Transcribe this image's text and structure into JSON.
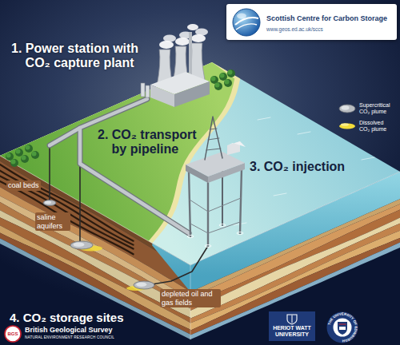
{
  "diagram": {
    "nodes": [
      {
        "text": [
          "Scottish Centre for Carbon Storage",
          "www.geos.ed.ac.uk/sccs"
        ]
      },
      {
        "text": [
          "HERIOT WATT UNIVERSITY"
        ]
      }
    ],
    "labels": [
      "1. Power station with CO₂ capture plant",
      "2. CO₂ transport by pipeline",
      "3. CO₂ injection",
      "coal beds",
      "saline aquifers",
      "depleted oil and gas fields",
      "4. CO₂ storage sites",
      "BGS",
      "British Geological Survey",
      "NATURAL ENVIRONMENT RESEARCH COUNCIL",
      "THE UNIVERSITY OF EDINBURGH"
    ],
    "legend": [
      {
        "text": "Supercritical CO₂ plume"
      },
      {
        "text": "Dissolved CO₂ plume"
      }
    ]
  }
}
